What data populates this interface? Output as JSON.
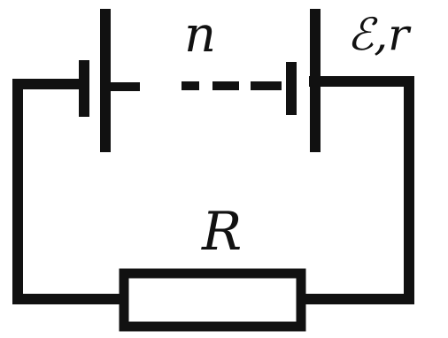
{
  "labels": {
    "cell_count": "n",
    "emf_and_internal_resistance": "ℰ,r",
    "resistor": "R"
  },
  "colors": {
    "ink": "#111111",
    "background": "#ffffff"
  }
}
